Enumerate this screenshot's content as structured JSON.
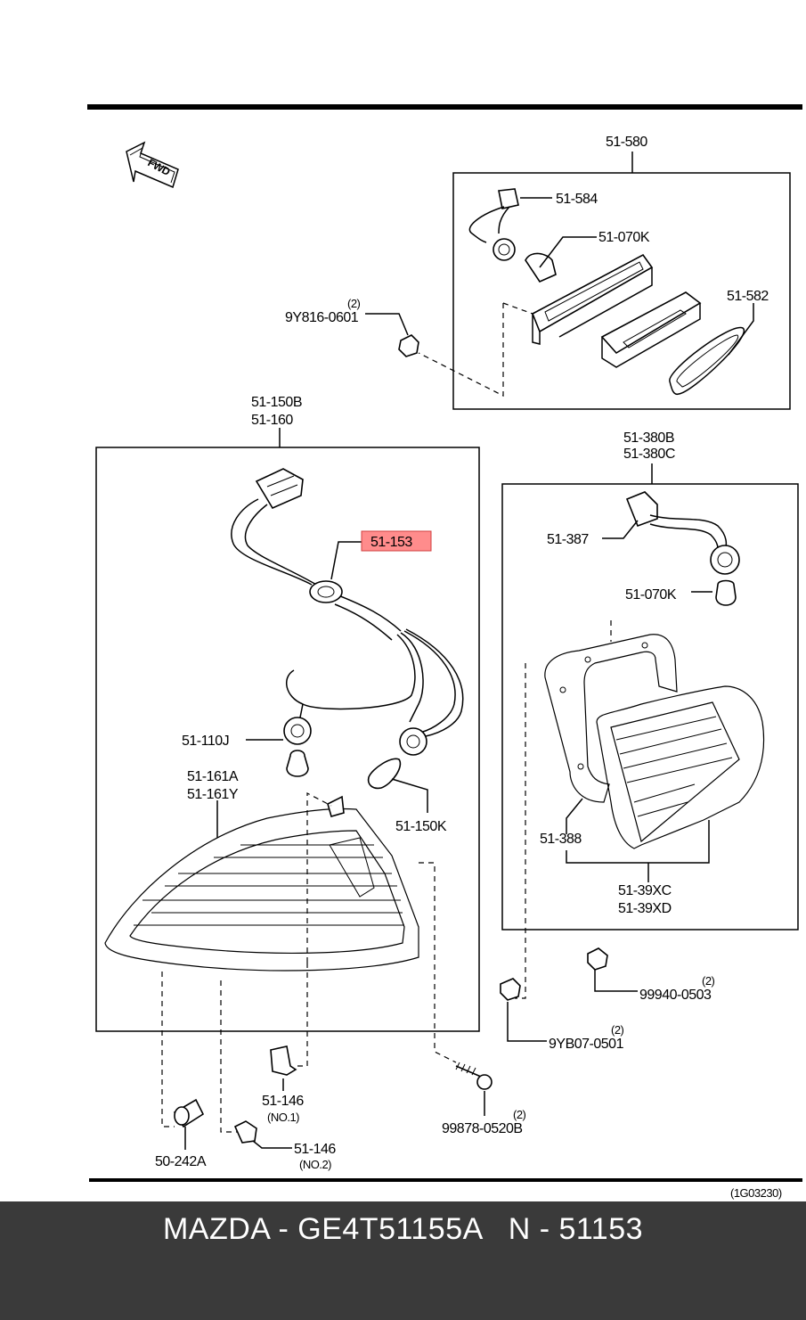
{
  "diagram": {
    "drawing_id": "(1G03230)",
    "direction_marker": "FWD",
    "highlight_color": "#ff8c8c",
    "labels": {
      "p_51_580": "51-580",
      "p_51_584": "51-584",
      "p_51_070k_top": "51-070K",
      "p_51_582": "51-582",
      "p_9y816_qty": "(2)",
      "p_9y816": "9Y816-0601",
      "p_51_150b": "51-150B",
      "p_51_160": "51-160",
      "p_51_153": "51-153",
      "p_51_110j": "51-110J",
      "p_51_161a": "51-161A",
      "p_51_161y": "51-161Y",
      "p_51_150k": "51-150K",
      "p_51_380b": "51-380B",
      "p_51_380c": "51-380C",
      "p_51_387": "51-387",
      "p_51_070k_right": "51-070K",
      "p_51_388": "51-388",
      "p_51_39xc": "51-39XC",
      "p_51_39xd": "51-39XD",
      "p_99940_qty": "(2)",
      "p_99940": "99940-0503",
      "p_9yb07_qty": "(2)",
      "p_9yb07": "9YB07-0501",
      "p_51_146_1": "51-146",
      "p_51_146_1_note": "(NO.1)",
      "p_51_146_2": "51-146",
      "p_51_146_2_note": "(NO.2)",
      "p_99878_qty": "(2)",
      "p_99878": "99878-0520B",
      "p_50_242a": "50-242A"
    }
  },
  "footer": {
    "title": "MAZDA - GE4T51155A   N - 51153"
  }
}
